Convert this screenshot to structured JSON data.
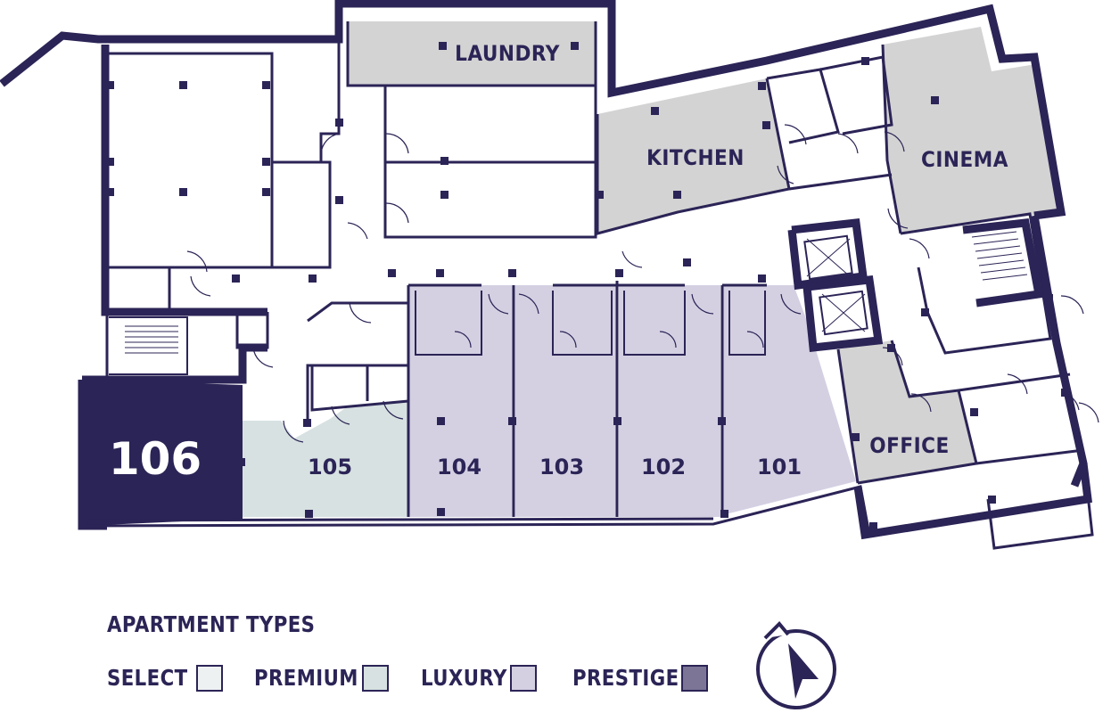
{
  "amenities": {
    "laundry": "LAUNDRY",
    "kitchen": "KITCHEN",
    "cinema": "CINEMA",
    "office": "OFFICE"
  },
  "units": [
    {
      "number": "106",
      "type": "PRESTIGE"
    },
    {
      "number": "105",
      "type": "PREMIUM"
    },
    {
      "number": "104",
      "type": "LUXURY"
    },
    {
      "number": "103",
      "type": "LUXURY"
    },
    {
      "number": "102",
      "type": "LUXURY"
    },
    {
      "number": "101",
      "type": "LUXURY"
    }
  ],
  "legend": {
    "title": "APARTMENT TYPES",
    "items": [
      {
        "label": "SELECT",
        "color": "#eef1f2"
      },
      {
        "label": "PREMIUM",
        "color": "#d7e1e1"
      },
      {
        "label": "LUXURY",
        "color": "#d4d0e2"
      },
      {
        "label": "PRESTIGE",
        "color": "#7d7596"
      }
    ]
  },
  "colors": {
    "wall": "#2b2456",
    "amenity_fill": "#d3d3d3",
    "prestige_fill": "#2b2456",
    "premium_fill": "#d7e1e1",
    "luxury_fill": "#d4d0e2"
  },
  "icons": {
    "compass": "north-arrow-icon"
  }
}
